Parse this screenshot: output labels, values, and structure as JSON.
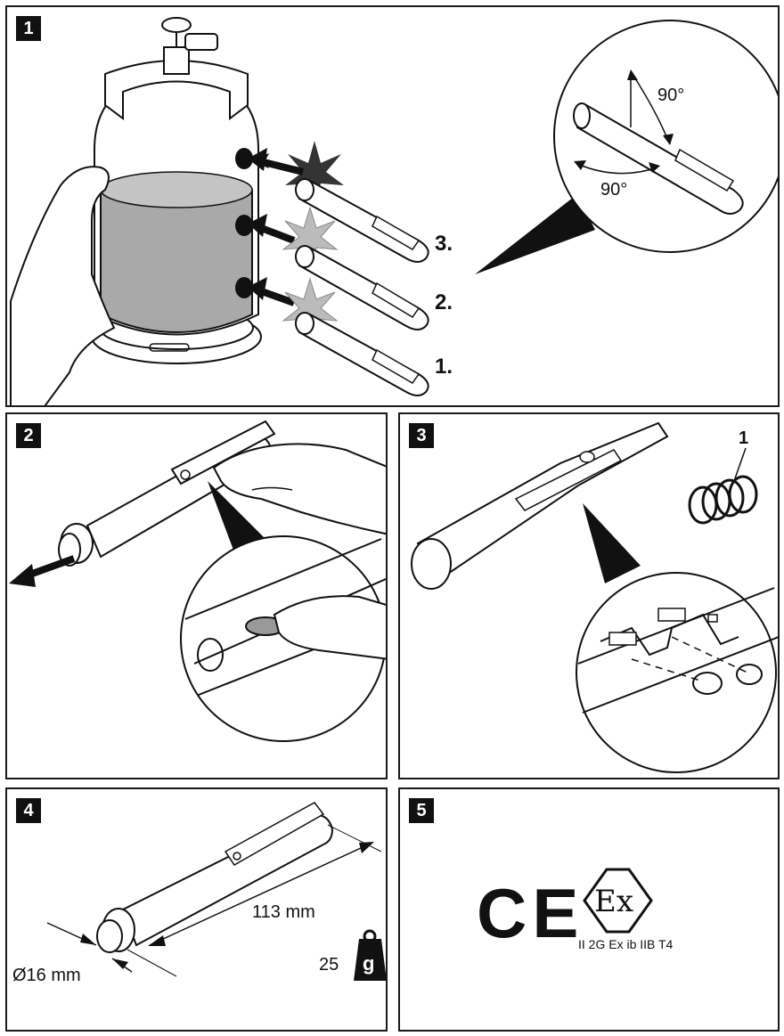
{
  "panels": [
    {
      "number": "1"
    },
    {
      "number": "2"
    },
    {
      "number": "3"
    },
    {
      "number": "4"
    },
    {
      "number": "5"
    }
  ],
  "panel1": {
    "steps": [
      "3.",
      "2.",
      "1."
    ],
    "angle_top": "90°",
    "angle_bottom": "90°"
  },
  "panel3": {
    "callout": "1"
  },
  "panel4": {
    "length": "113 mm",
    "diameter": "Ø16 mm",
    "weight_value": "25",
    "weight_unit": "g"
  },
  "panel5": {
    "ce_mark": "CE",
    "ex_symbol": "Ex",
    "ex_rating": "II 2G Ex ib IIB T4"
  }
}
